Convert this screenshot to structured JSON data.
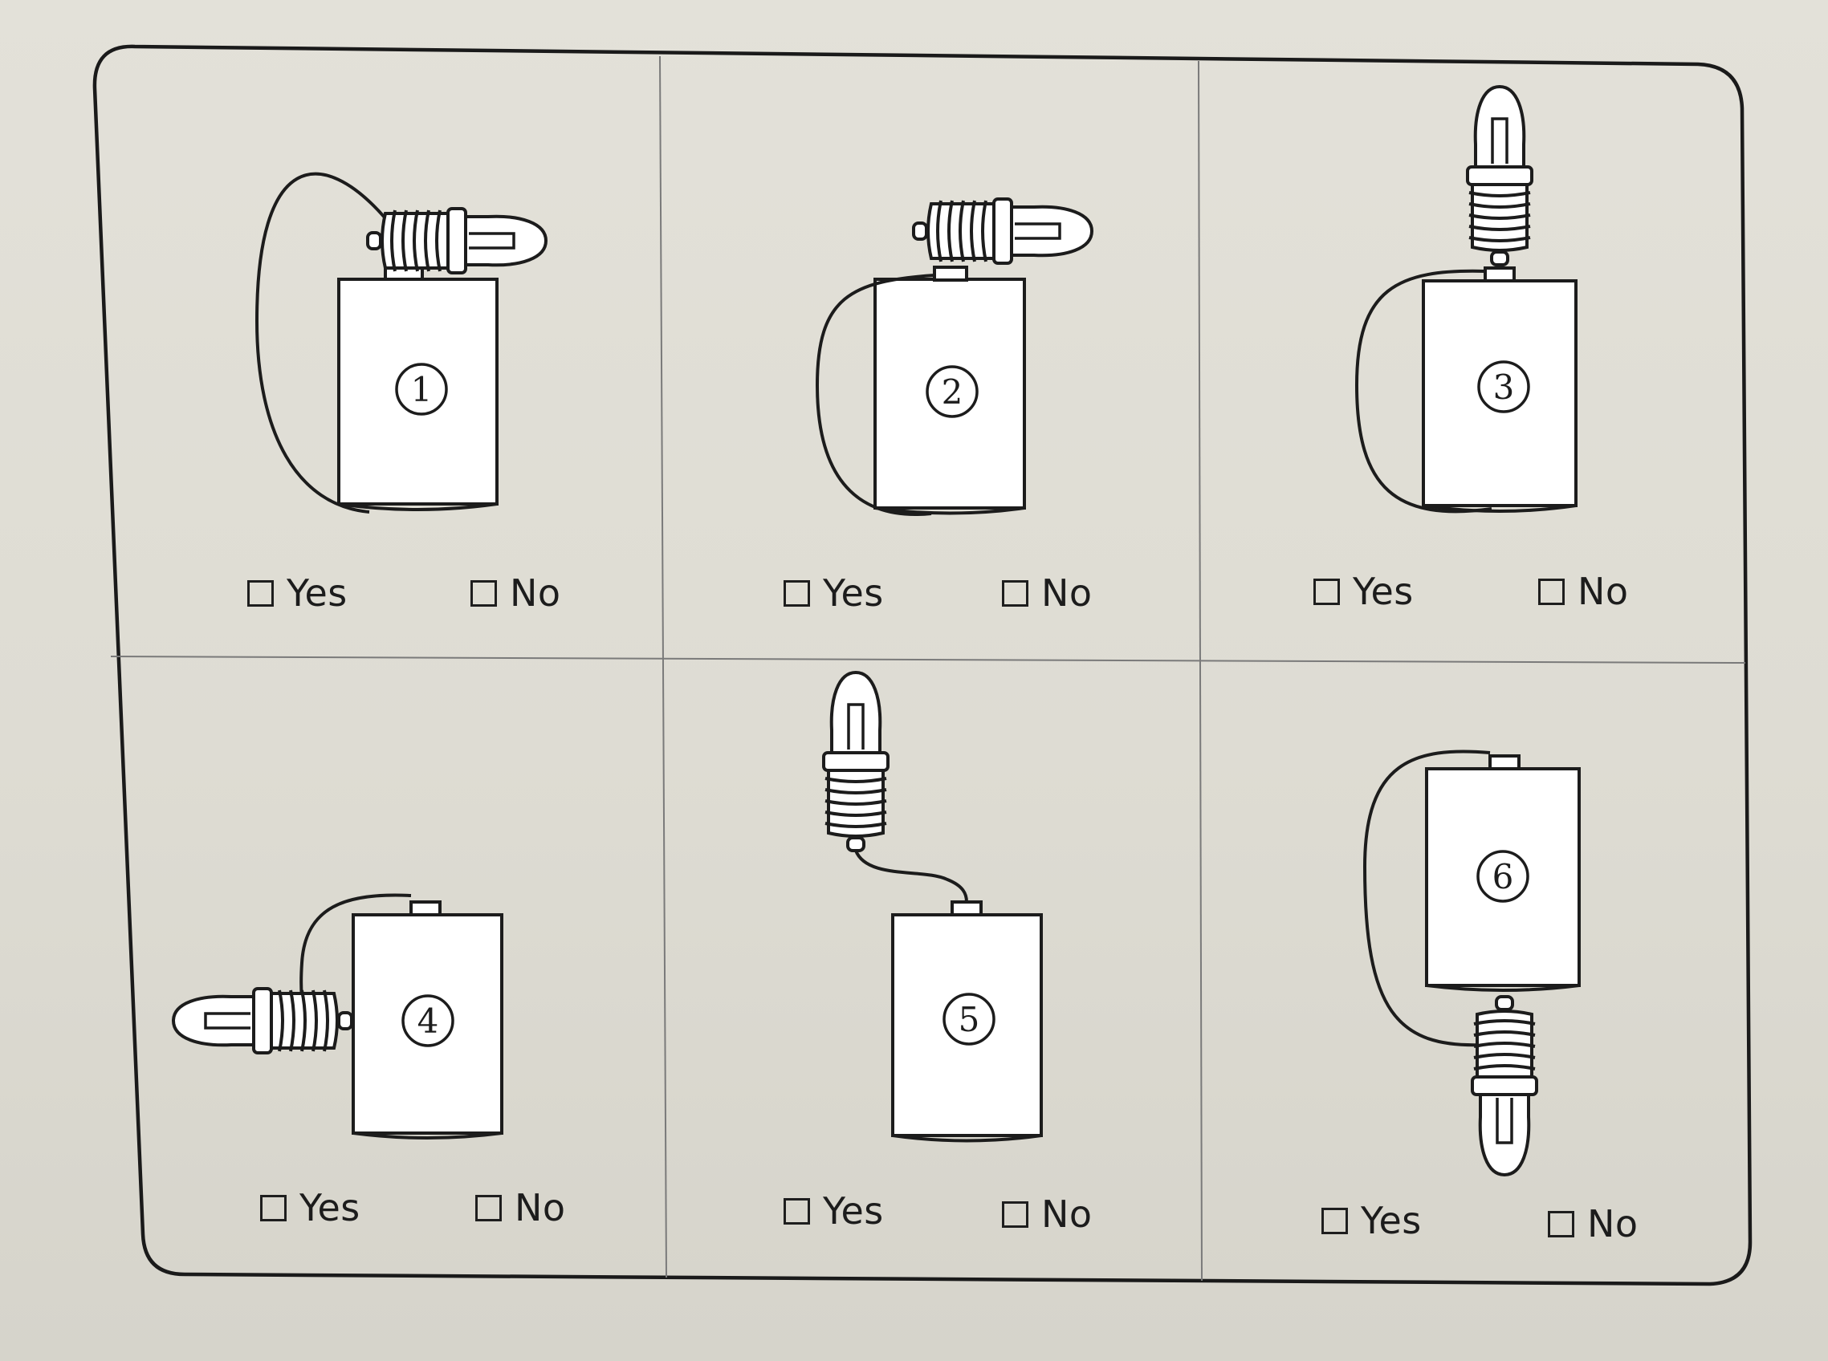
{
  "panels": [
    {
      "number": "1",
      "yes": "Yes",
      "no": "No"
    },
    {
      "number": "2",
      "yes": "Yes",
      "no": "No"
    },
    {
      "number": "3",
      "yes": "Yes",
      "no": "No"
    },
    {
      "number": "4",
      "yes": "Yes",
      "no": "No"
    },
    {
      "number": "5",
      "yes": "Yes",
      "no": "No"
    },
    {
      "number": "6",
      "yes": "Yes",
      "no": "No"
    }
  ]
}
